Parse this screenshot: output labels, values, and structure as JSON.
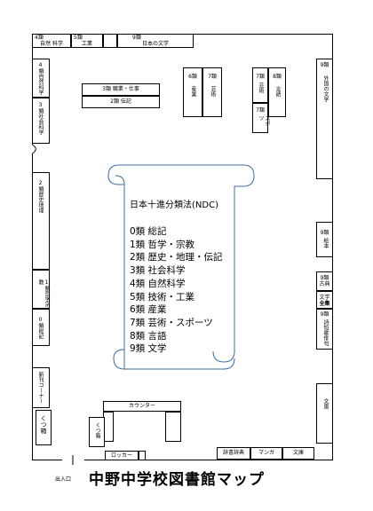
{
  "top": {
    "shelf4": "4類",
    "shelf4_sub": "自然 科学",
    "shelf5": "5類",
    "shelf5_sub": "工業",
    "shelf9": "9類",
    "shelf9_sub": "日本の文学"
  },
  "left": {
    "natural": "4類自然科学",
    "social": "3類社会科学",
    "history": "2類歴史地理",
    "philosophy": "1類哲学宗教",
    "general": "0類総記",
    "new": "新刊コーナー",
    "shoes": "くつ箱"
  },
  "center": {
    "job": "3類 職業・仕事",
    "biography": "2類 伝記",
    "sangyo_num": "6類",
    "sangyo": "産業",
    "geijutsu_num": "7類",
    "geijutsu": "芸術",
    "art_num": "7類",
    "art": "芸術",
    "sports_num": "7類",
    "sports": "スポーツ",
    "lang_num": "8類",
    "lang": "言語"
  },
  "right": {
    "foreign_num": "9類",
    "foreign": "外国の文学",
    "picture_num": "9類",
    "picture": "絵本",
    "classic_num": "9類",
    "classic": "古典",
    "literature_top": "文学",
    "literature_bottom": "全集",
    "poem_num": "9類",
    "poem": "詩短歌俳句",
    "bunko": "文庫"
  },
  "bottom": {
    "counter": "カウンター",
    "shoes2": "くつ箱",
    "locker": "ロッカー",
    "dictionary": "辞書辞典",
    "manga": "マンガ",
    "bunko": "文庫",
    "exit": "出入口",
    "title": "中野中学校図書館マップ"
  },
  "legend": {
    "title": "日本十進分類法(NDC)",
    "items": [
      "0類 総記",
      "1類 哲学・宗教",
      "2類 歴史・地理・伝記",
      "3類 社会科学",
      "4類 自然科学",
      "5類 技術・工業",
      "6類 産業",
      "7類 芸術・スポーツ",
      "8類 言語",
      "9類 文学"
    ]
  }
}
